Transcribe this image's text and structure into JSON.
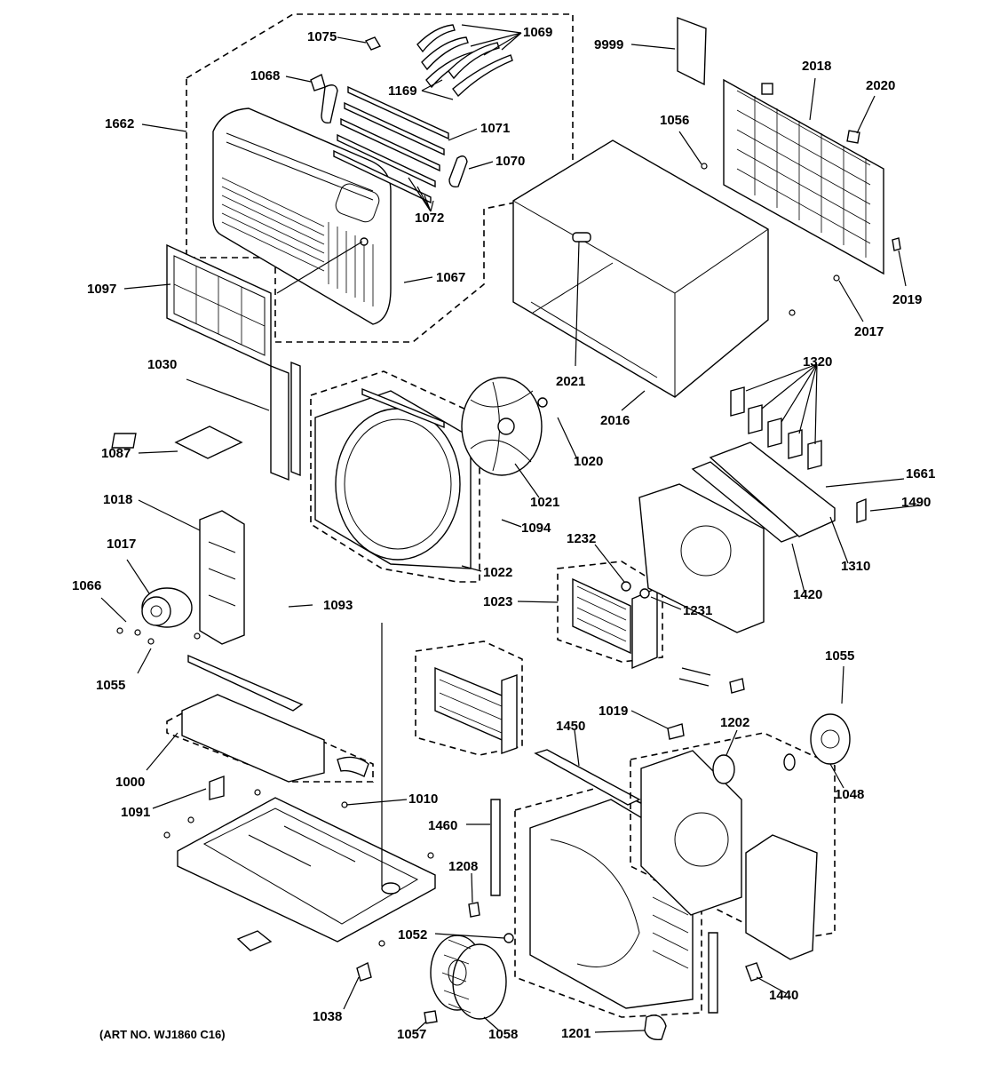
{
  "diagram": {
    "art_number": "(ART NO. WJ1860 C16)",
    "labels": {
      "p1000": "1000",
      "p1010": "1010",
      "p1017": "1017",
      "p1018": "1018",
      "p1019": "1019",
      "p1020": "1020",
      "p1021": "1021",
      "p1022": "1022",
      "p1023": "1023",
      "p1030": "1030",
      "p1038": "1038",
      "p1048": "1048",
      "p1052": "1052",
      "p1055a": "1055",
      "p1055b": "1055",
      "p1056": "1056",
      "p1057": "1057",
      "p1058": "1058",
      "p1066": "1066",
      "p1067": "1067",
      "p1068": "1068",
      "p1069": "1069",
      "p1070": "1070",
      "p1071": "1071",
      "p1072": "1072",
      "p1075": "1075",
      "p1087": "1087",
      "p1091": "1091",
      "p1093": "1093",
      "p1094": "1094",
      "p1097": "1097",
      "p1169": "1169",
      "p1201": "1201",
      "p1202": "1202",
      "p1208": "1208",
      "p1231": "1231",
      "p1232": "1232",
      "p1310": "1310",
      "p1320": "1320",
      "p1420": "1420",
      "p1440": "1440",
      "p1450": "1450",
      "p1460": "1460",
      "p1490": "1490",
      "p1661": "1661",
      "p1662": "1662",
      "p2016": "2016",
      "p2017": "2017",
      "p2018": "2018",
      "p2019": "2019",
      "p2020": "2020",
      "p2021": "2021",
      "p9999": "9999"
    }
  }
}
